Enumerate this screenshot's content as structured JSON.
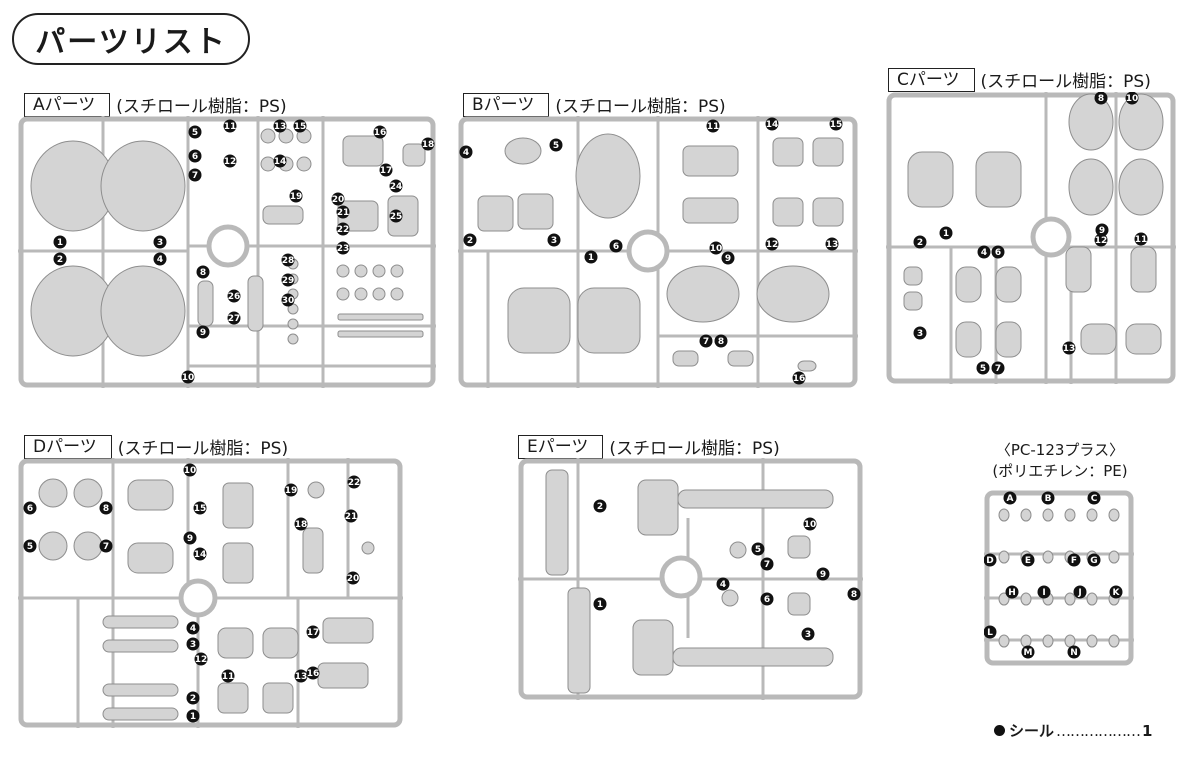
{
  "page_title": "パーツリスト",
  "sections": {
    "a": {
      "label": "Aパーツ",
      "note": "(スチロール樹脂：PS)"
    },
    "b": {
      "label": "Bパーツ",
      "note": "(スチロール樹脂：PS)"
    },
    "c": {
      "label": "Cパーツ",
      "note": "(スチロール樹脂：PS)"
    },
    "d": {
      "label": "Dパーツ",
      "note": "(スチロール樹脂：PS)"
    },
    "e": {
      "label": "Eパーツ",
      "note": "(スチロール樹脂：PS)"
    }
  },
  "pc": {
    "line1": "〈PC-123プラス〉",
    "line2": "(ポリエチレン：PE)"
  },
  "seal": {
    "label": "シール",
    "leader": "………………",
    "count": "1"
  },
  "markers": {
    "a": [
      "1",
      "2",
      "3",
      "4",
      "5",
      "6",
      "7",
      "8",
      "9",
      "10",
      "11",
      "12",
      "13",
      "14",
      "15",
      "16",
      "17",
      "18",
      "19",
      "20",
      "21",
      "22",
      "23",
      "24",
      "25",
      "26",
      "27",
      "28",
      "29",
      "30"
    ],
    "b": [
      "1",
      "2",
      "3",
      "4",
      "5",
      "6",
      "7",
      "8",
      "9",
      "10",
      "11",
      "12",
      "13",
      "14",
      "15",
      "16"
    ],
    "c": [
      "1",
      "2",
      "3",
      "4",
      "5",
      "6",
      "7",
      "8",
      "9",
      "10",
      "11",
      "12",
      "13"
    ],
    "d": [
      "1",
      "2",
      "3",
      "4",
      "5",
      "6",
      "7",
      "8",
      "9",
      "10",
      "11",
      "12",
      "13",
      "14",
      "15",
      "16",
      "17",
      "18",
      "19",
      "20",
      "21",
      "22"
    ],
    "e": [
      "1",
      "2",
      "3",
      "4",
      "5",
      "6",
      "7",
      "8",
      "9",
      "10"
    ],
    "pc": [
      "A",
      "B",
      "C",
      "D",
      "E",
      "F",
      "G",
      "H",
      "I",
      "J",
      "K",
      "L",
      "M",
      "N"
    ]
  }
}
